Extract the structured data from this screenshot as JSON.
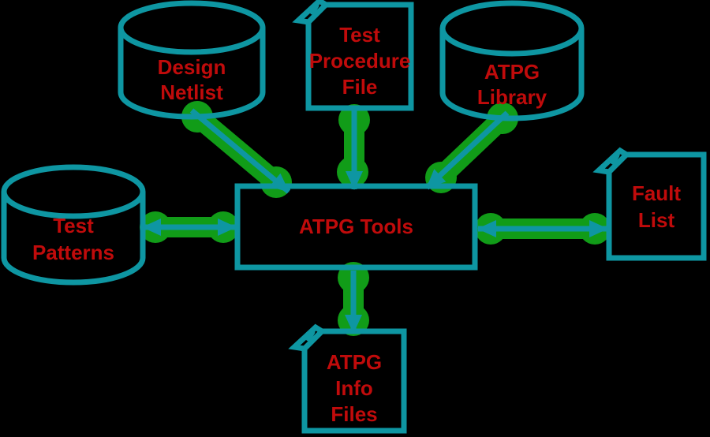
{
  "diagram": {
    "colors": {
      "background": "#000000",
      "shape_outline_teal": "#0E96A2",
      "arrow_green": "#119C18",
      "label_red": "#C00B0B"
    },
    "nodes": {
      "design_netlist": {
        "shape": "cylinder",
        "lines": [
          "Design",
          "Netlist"
        ]
      },
      "test_procedure_file": {
        "shape": "document",
        "lines": [
          "Test",
          "Procedure",
          "File"
        ]
      },
      "atpg_library": {
        "shape": "cylinder",
        "lines": [
          "ATPG",
          "Library"
        ]
      },
      "test_patterns": {
        "shape": "cylinder",
        "lines": [
          "Test",
          "Patterns"
        ]
      },
      "atpg_tools": {
        "shape": "rectangle",
        "lines": [
          "ATPG Tools"
        ]
      },
      "fault_list": {
        "shape": "document",
        "lines": [
          "Fault",
          "List"
        ]
      },
      "atpg_info_files": {
        "shape": "document",
        "lines": [
          "ATPG",
          "Info",
          "Files"
        ]
      }
    },
    "edges": [
      {
        "from": "design_netlist",
        "to": "atpg_tools",
        "direction": "one-way"
      },
      {
        "from": "test_procedure_file",
        "to": "atpg_tools",
        "direction": "one-way"
      },
      {
        "from": "atpg_library",
        "to": "atpg_tools",
        "direction": "one-way"
      },
      {
        "from": "test_patterns",
        "to": "atpg_tools",
        "direction": "two-way"
      },
      {
        "from": "atpg_tools",
        "to": "fault_list",
        "direction": "two-way"
      },
      {
        "from": "atpg_tools",
        "to": "atpg_info_files",
        "direction": "one-way"
      }
    ]
  }
}
